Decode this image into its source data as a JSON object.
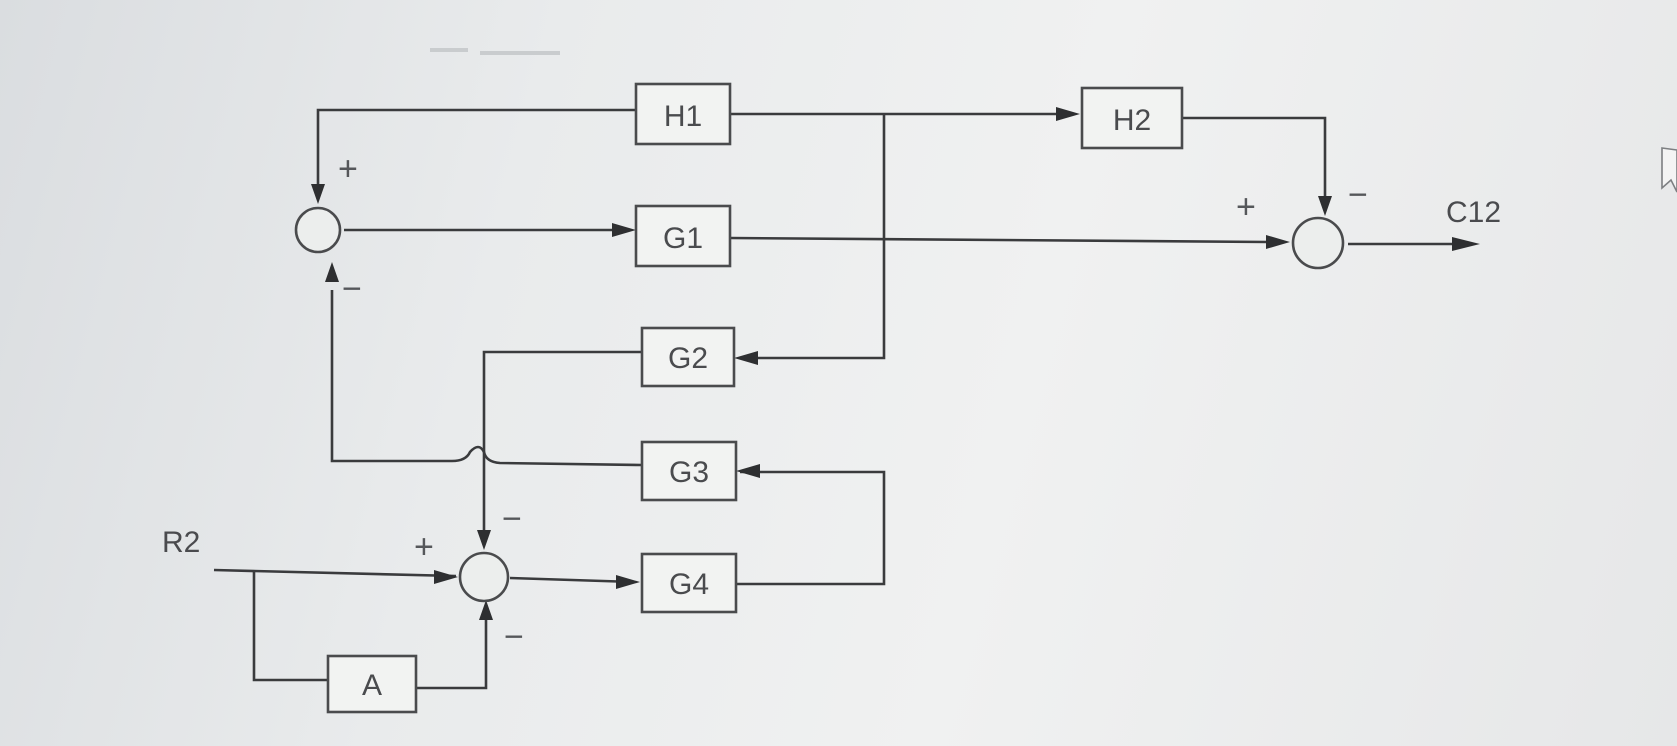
{
  "blocks": {
    "h1": "H1",
    "h2": "H2",
    "g1": "G1",
    "g2": "G2",
    "g3": "G3",
    "g4": "G4",
    "a": "A"
  },
  "signals": {
    "input": "R2",
    "output": "C12"
  },
  "signs": {
    "s1_top": "+",
    "s1_bottom": "−",
    "s2_left": "+",
    "s2_top": "−",
    "s2_bottom": "−",
    "s3_left": "+",
    "s3_top": "−"
  }
}
